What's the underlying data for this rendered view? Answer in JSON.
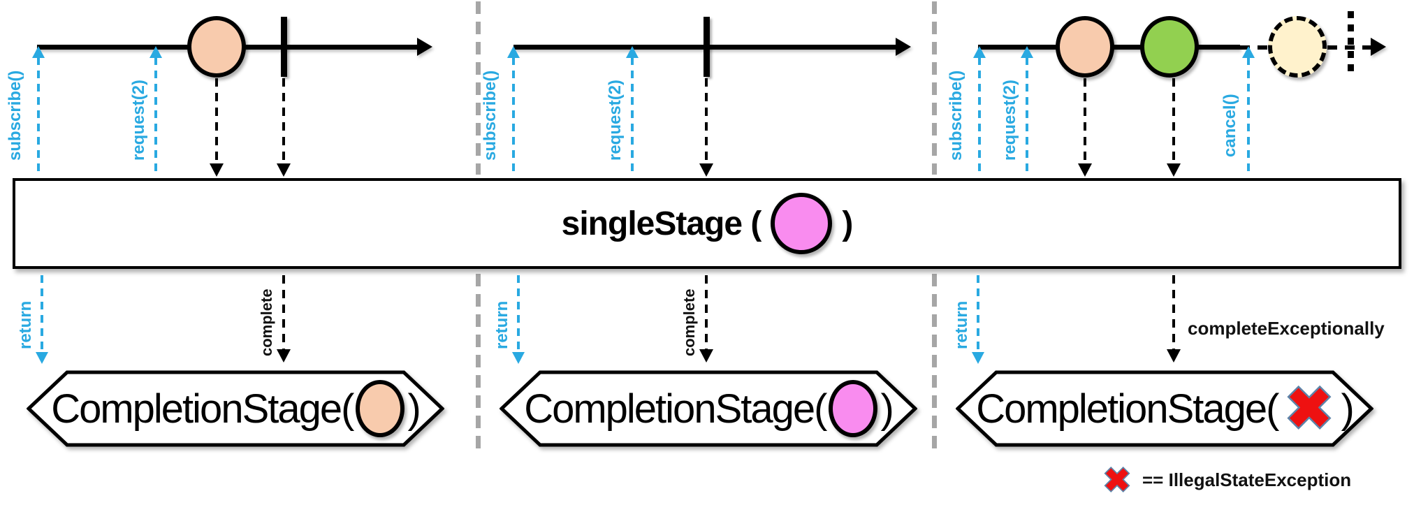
{
  "colors": {
    "accent_blue": "#29A9E1",
    "marble_peach": "#F8CBAD",
    "marble_green": "#92D050",
    "marble_pink": "#F98CEF",
    "marble_cream": "#FFF2CC",
    "error_red": "#EE1111",
    "error_x_outline": "#5D83A8",
    "divider_gray": "#A6A6A6"
  },
  "operator_box": {
    "text_before": "singleStage (",
    "text_after": ")",
    "argument_marble": "pink"
  },
  "panels": {
    "left": {
      "subscribe_label": "subscribe()",
      "request_label": "request(2)",
      "timeline_marbles": [
        "peach"
      ],
      "terminal": "complete-bar",
      "return_label": "return",
      "result_label": "complete",
      "completion_text_before": "CompletionStage(",
      "completion_marble": "peach",
      "completion_text_after": ")"
    },
    "middle": {
      "subscribe_label": "subscribe()",
      "request_label": "request(2)",
      "timeline_marbles": [],
      "terminal": "complete-bar",
      "return_label": "return",
      "result_label": "complete",
      "completion_text_before": "CompletionStage(",
      "completion_marble": "pink",
      "completion_text_after": ")"
    },
    "right": {
      "subscribe_label": "subscribe()",
      "request_label": "request(2)",
      "cancel_label": "cancel()",
      "timeline_marbles": [
        "peach",
        "green"
      ],
      "pending_marble": "cream",
      "terminal": "cancelled-dotted-bar",
      "return_label": "return",
      "result_label": "completeExceptionally",
      "completion_text_before": "CompletionStage(",
      "completion_marble": "error-x",
      "completion_text_after": ")"
    }
  },
  "legend": {
    "symbol": "error-x",
    "text": "== IllegalStateException"
  }
}
